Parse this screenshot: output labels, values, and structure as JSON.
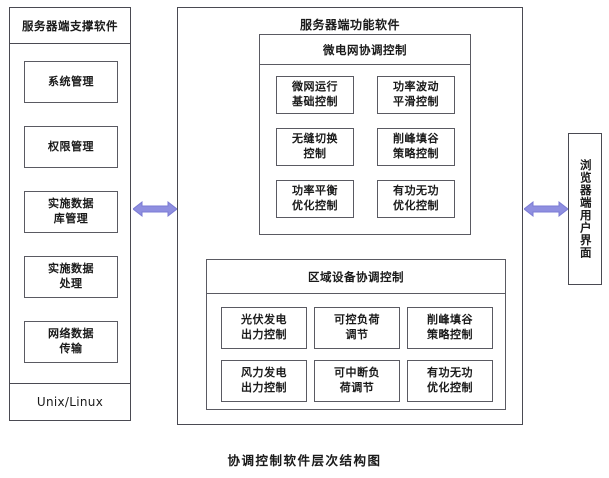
{
  "caption": "协调控制软件层次结构图",
  "colors": {
    "arrow": "#8f8fe0",
    "arrow_stroke": "#7b7bd4",
    "box_border": "#5a5a62",
    "panel_border": "#4a4a52",
    "background": "#ffffff",
    "text": "#1a1a1a"
  },
  "left_panel": {
    "header": "服务器端支撑软件",
    "footer": "Unix/Linux",
    "items": [
      {
        "label": "系统管理"
      },
      {
        "label": "权限管理"
      },
      {
        "label": "实施数据\n库管理"
      },
      {
        "label": "实施数据\n处理"
      },
      {
        "label": "网络数据\n传输"
      }
    ]
  },
  "middle_panel": {
    "title": "服务器端功能软件",
    "groups": [
      {
        "header": "微电网协调控制",
        "cells": [
          {
            "label": "微网运行\n基础控制"
          },
          {
            "label": "功率波动\n平滑控制"
          },
          {
            "label": "无缝切换\n控制"
          },
          {
            "label": "削峰填谷\n策略控制"
          },
          {
            "label": "功率平衡\n优化控制"
          },
          {
            "label": "有功无功\n优化控制"
          }
        ]
      },
      {
        "header": "区域设备协调控制",
        "cells": [
          {
            "label": "光伏发电\n出力控制"
          },
          {
            "label": "可控负荷\n调节"
          },
          {
            "label": "削峰填谷\n策略控制"
          },
          {
            "label": "风力发电\n出力控制"
          },
          {
            "label": "可中断负\n荷调节"
          },
          {
            "label": "有功无功\n优化控制"
          }
        ]
      }
    ]
  },
  "right_panel": {
    "label": "浏览器端用户界面"
  },
  "connectors": [
    {
      "name": "left-middle-arrow",
      "kind": "double-headed-horizontal"
    },
    {
      "name": "middle-right-arrow",
      "kind": "double-headed-horizontal"
    }
  ]
}
